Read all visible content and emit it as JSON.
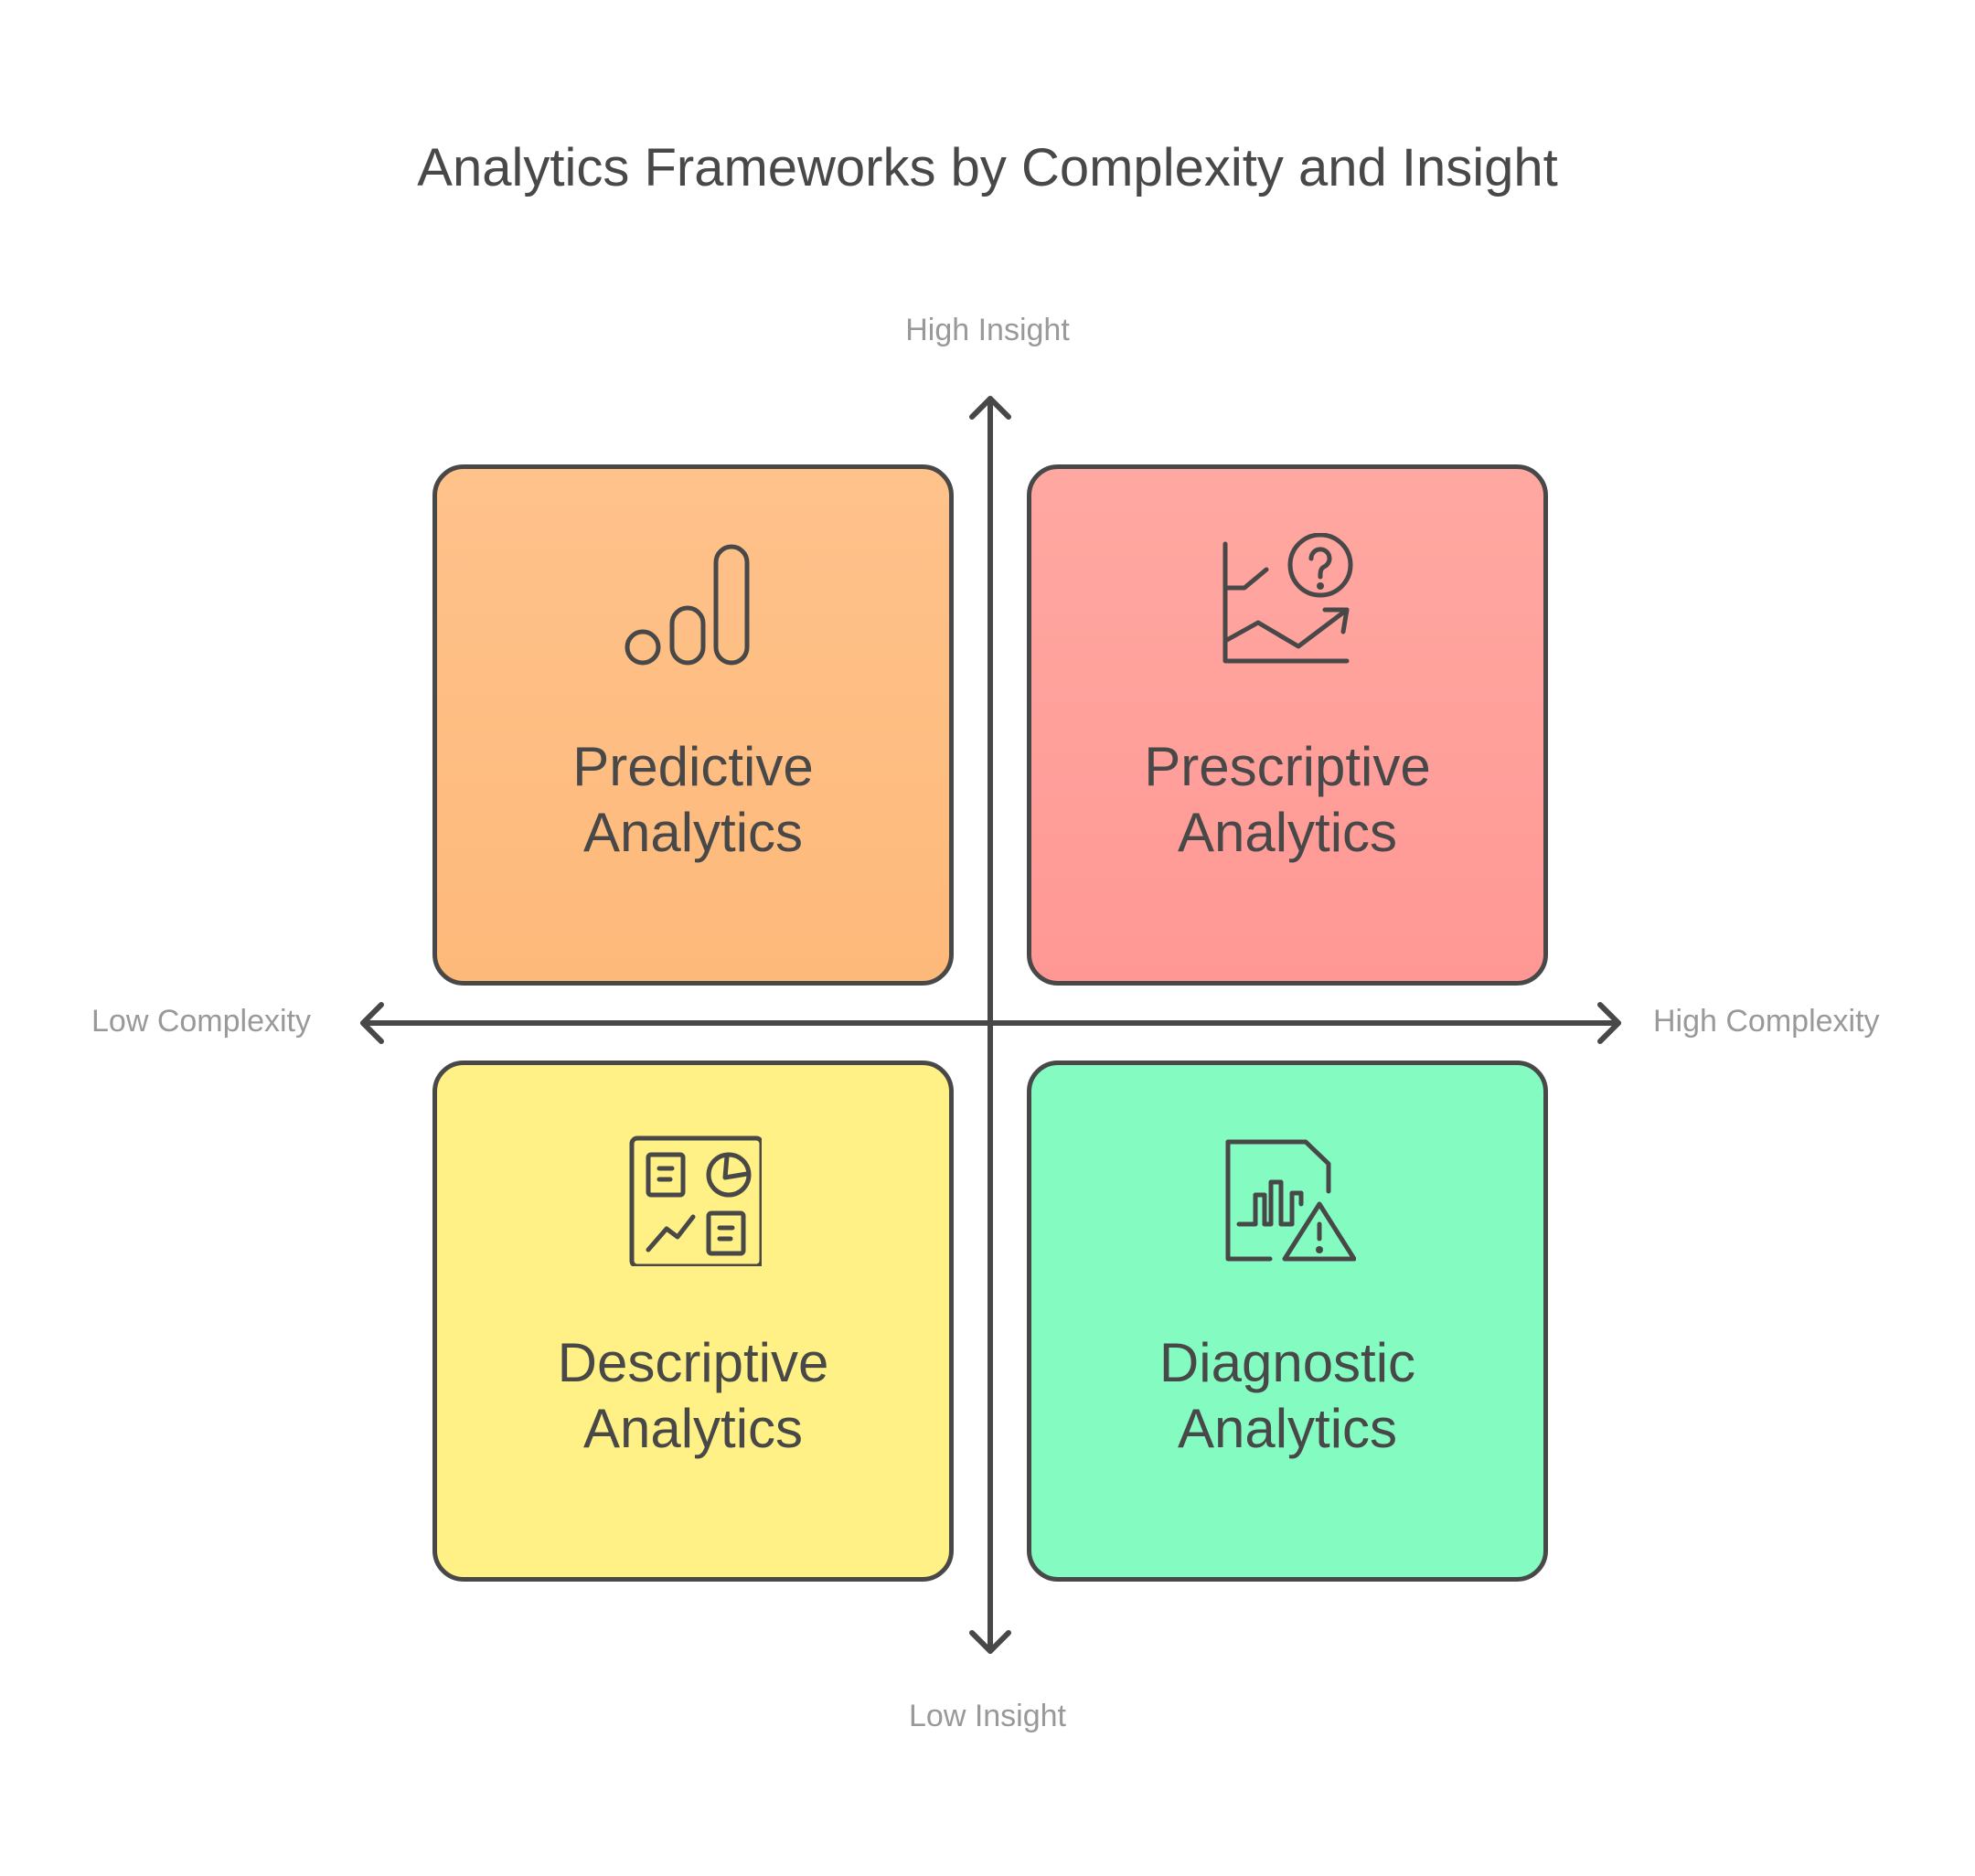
{
  "title": "Analytics Frameworks by Complexity and Insight",
  "axes": {
    "y_top": "High Insight",
    "y_bottom": "Low Insight",
    "x_left": "Low Complexity",
    "x_right": "High Complexity",
    "color": "#484848",
    "label_color": "#999999"
  },
  "quadrants": [
    {
      "position": "top-left",
      "line1": "Predictive",
      "line2": "Analytics",
      "icon": "rising-bars-icon",
      "color": "#FFC28B"
    },
    {
      "position": "top-right",
      "line1": "Prescriptive",
      "line2": "Analytics",
      "icon": "chart-question-icon",
      "color": "#FFA8A1"
    },
    {
      "position": "bottom-left",
      "line1": "Descriptive",
      "line2": "Analytics",
      "icon": "dashboard-icon",
      "color": "#FFF185"
    },
    {
      "position": "bottom-right",
      "line1": "Diagnostic",
      "line2": "Analytics",
      "icon": "report-warning-icon",
      "color": "#84FBC0"
    }
  ]
}
